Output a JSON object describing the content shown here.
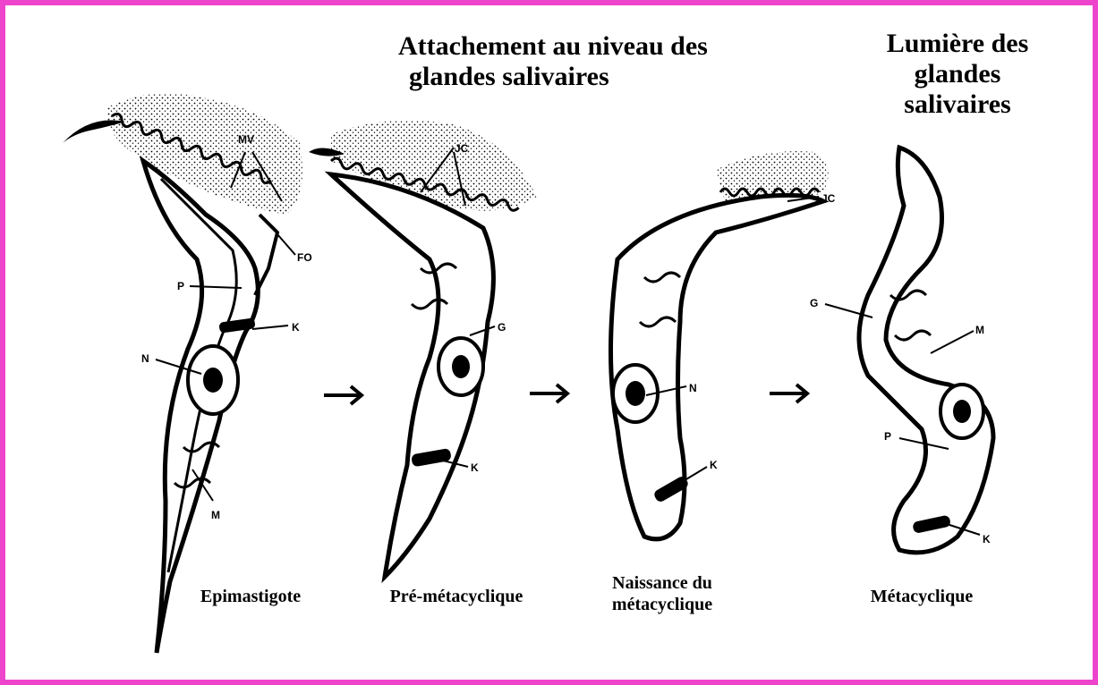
{
  "headings": {
    "attachment": [
      "Attachement au niveau des",
      "glandes salivaires"
    ],
    "lumen": [
      "Lumière des",
      "glandes",
      "salivaires"
    ]
  },
  "stages": [
    {
      "id": "epimastigote",
      "label": [
        "Epimastigote"
      ]
    },
    {
      "id": "pre-metacyclic",
      "label": [
        "Pré-métacyclique"
      ]
    },
    {
      "id": "metacyclic-birth",
      "label": [
        "Naissance du",
        "métacyclique"
      ]
    },
    {
      "id": "metacyclic",
      "label": [
        "Métacyclique"
      ]
    }
  ],
  "annotations": {
    "mv": "MV",
    "fo": "FO",
    "p": "P",
    "k": "K",
    "n": "N",
    "m": "M",
    "jc": "JC",
    "g": "G"
  },
  "arrow_glyph": "→",
  "colors": {
    "frame": "#ee44cc",
    "ink": "#000000"
  }
}
